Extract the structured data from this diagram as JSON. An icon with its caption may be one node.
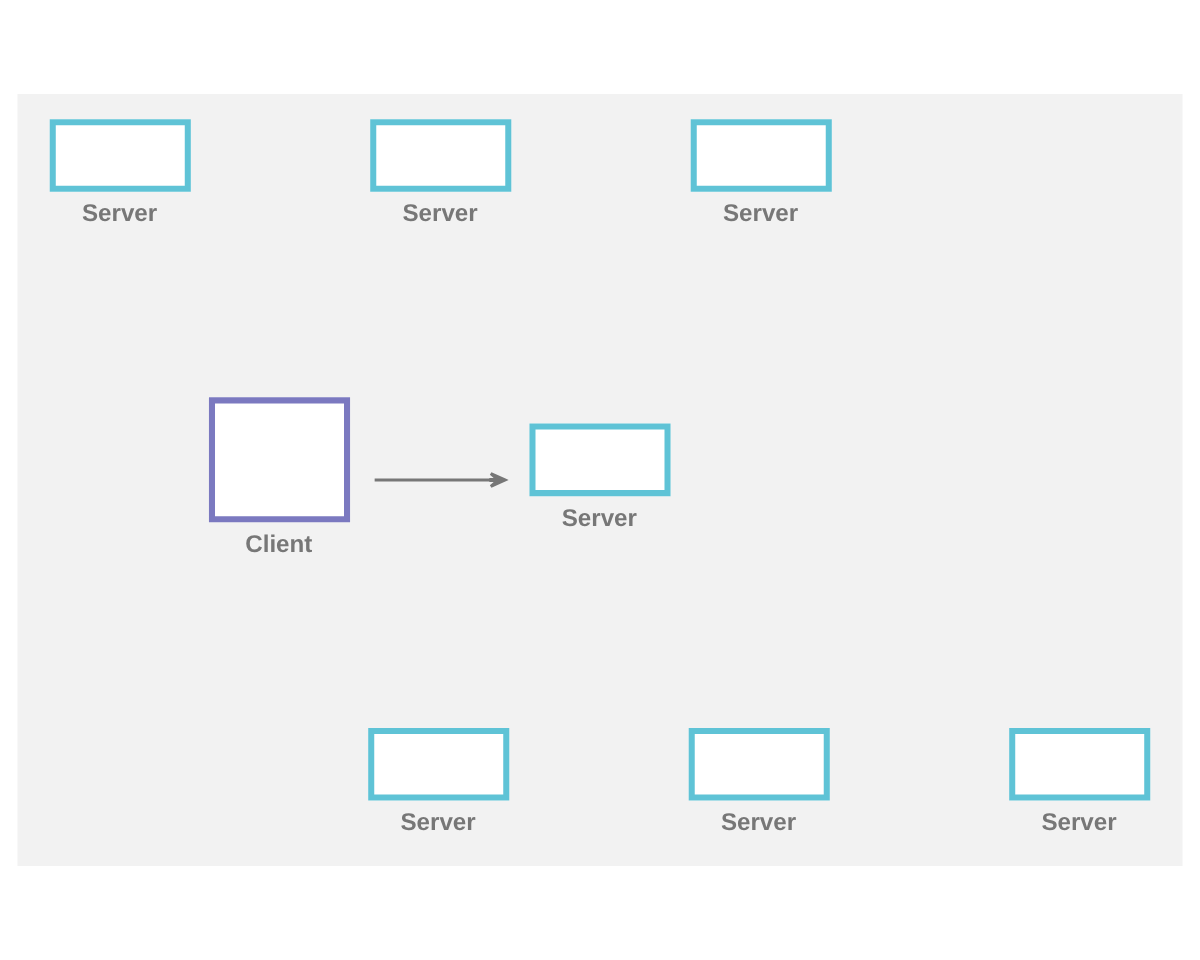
{
  "diagram": {
    "nodes": [
      {
        "text": [
          "Server"
        ]
      },
      {
        "text": [
          "Server"
        ]
      },
      {
        "text": [
          "Server"
        ]
      },
      {
        "text": [
          "Client"
        ]
      },
      {
        "text": [
          "Server"
        ]
      },
      {
        "text": [
          "Server"
        ]
      },
      {
        "text": [
          "Server"
        ]
      },
      {
        "text": [
          "Server"
        ]
      }
    ],
    "edges": [
      {
        "from": 3,
        "to": 4,
        "arrow": "to"
      }
    ]
  }
}
